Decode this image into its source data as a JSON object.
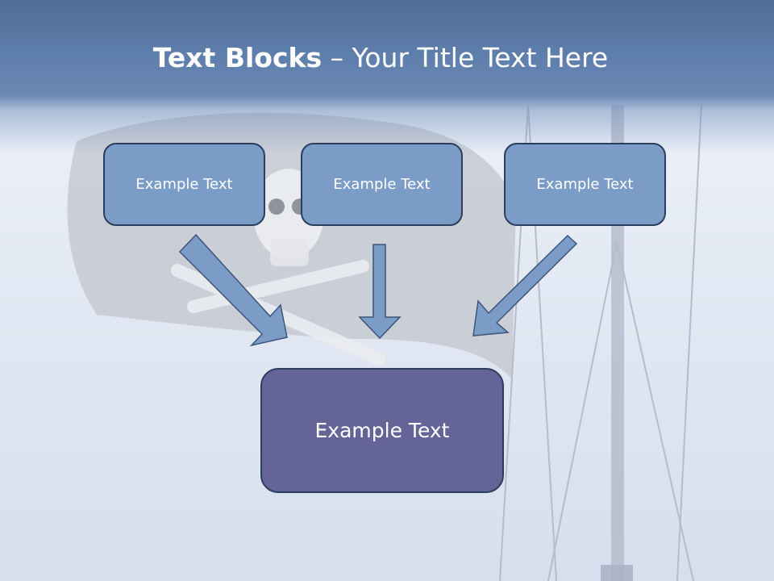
{
  "title": {
    "bold": "Text Blocks",
    "rest": " – Your Title Text Here"
  },
  "blocks": {
    "top_left": "Example Text",
    "top_center": "Example Text",
    "top_right": "Example Text",
    "bottom": "Example Text"
  },
  "colors": {
    "header": "#5e7eab",
    "top_box_fill": "#7b9cc6",
    "bottom_box_fill": "#646499",
    "box_border": "#2c3e5e",
    "arrow_fill": "#7b9cc6"
  }
}
